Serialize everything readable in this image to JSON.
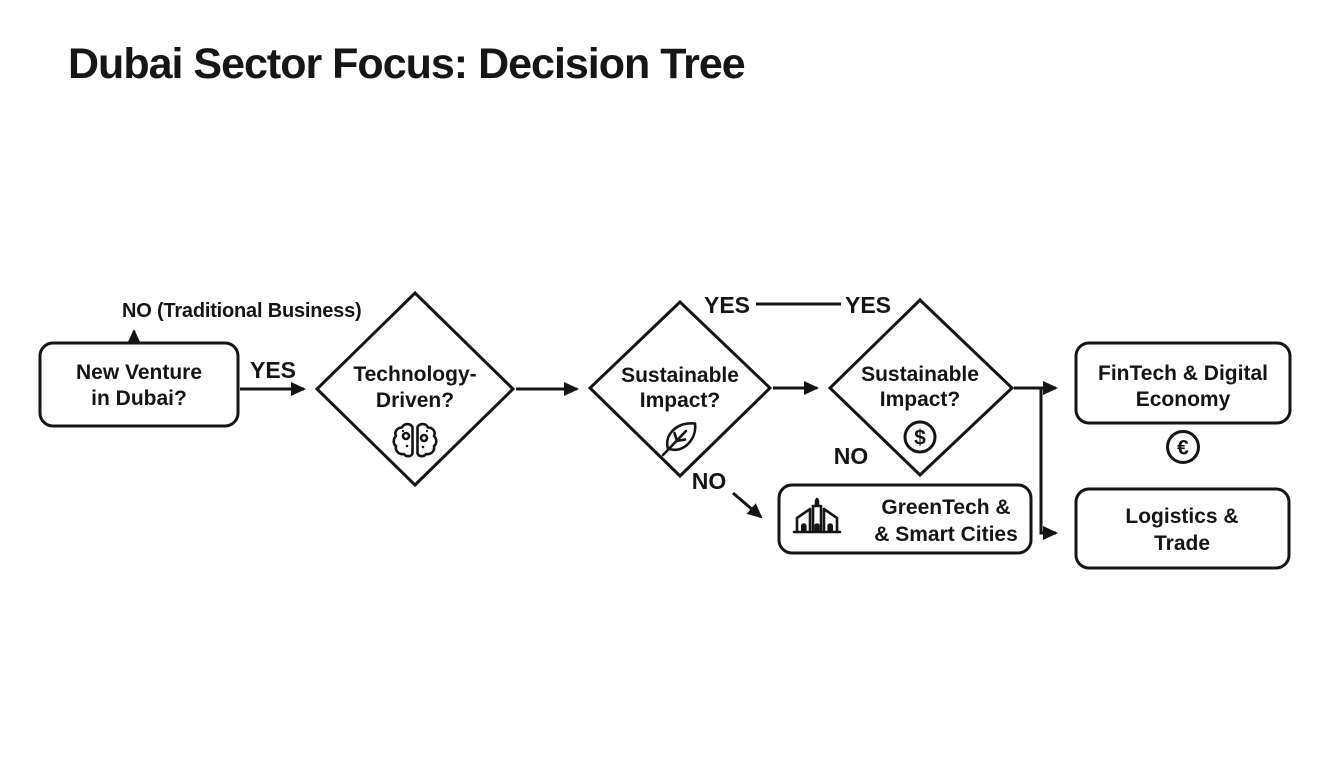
{
  "title": "Dubai Sector Focus: Decision Tree",
  "colors": {
    "background": "#ffffff",
    "line": "#151515",
    "text": "#151515"
  },
  "nodes": {
    "start": {
      "line1": "New Venture",
      "line2": "in Dubai?"
    },
    "tech": {
      "line1": "Technology-",
      "line2": "Driven?",
      "icon": "brain-icon"
    },
    "sustain_green": {
      "line1": "Sustainable",
      "line2": "Impact?",
      "icon": "leaf-icon"
    },
    "sustain_fin": {
      "line1": "Sustainable",
      "line2": "Impact?",
      "icon": "dollar-circle-icon",
      "icon_glyph": "$"
    },
    "fintech": {
      "line1": "FinTech & Digital",
      "line2": "Economy",
      "icon": "euro-circle-icon",
      "icon_glyph": "€"
    },
    "greentech": {
      "line1": "GreenTech &",
      "line2": "& Smart Cities",
      "icon": "building-icon"
    },
    "logistics": {
      "line1": "Logistics &",
      "line2": "Trade"
    }
  },
  "edge_labels": {
    "no_traditional": "NO (Traditional Business)",
    "yes_start": "YES",
    "yes_left": "YES",
    "yes_right": "YES",
    "no_green": "NO",
    "no_fin": "NO"
  }
}
